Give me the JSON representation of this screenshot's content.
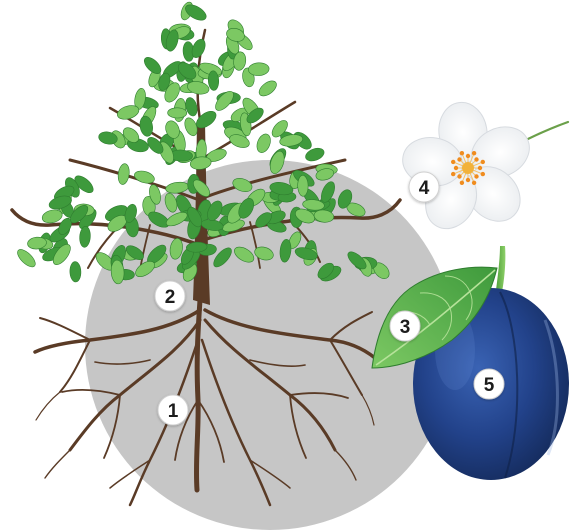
{
  "diagram": {
    "parts": [
      {
        "number": "1",
        "part": "root"
      },
      {
        "number": "2",
        "part": "trunk"
      },
      {
        "number": "3",
        "part": "leaf"
      },
      {
        "number": "4",
        "part": "flower"
      },
      {
        "number": "5",
        "part": "fruit"
      }
    ],
    "colors": {
      "background_disc": "#c6c6c6",
      "wood": "#5a3b26",
      "leaf_dark": "#3e9a3c",
      "leaf_light": "#7cc863",
      "petal": "#ffffff",
      "stamen": "#f08c1e",
      "plum_dark": "#142a5a",
      "plum_light": "#3a63b4",
      "badge_fill": "#ffffff",
      "badge_text": "#1a1a1a"
    }
  }
}
